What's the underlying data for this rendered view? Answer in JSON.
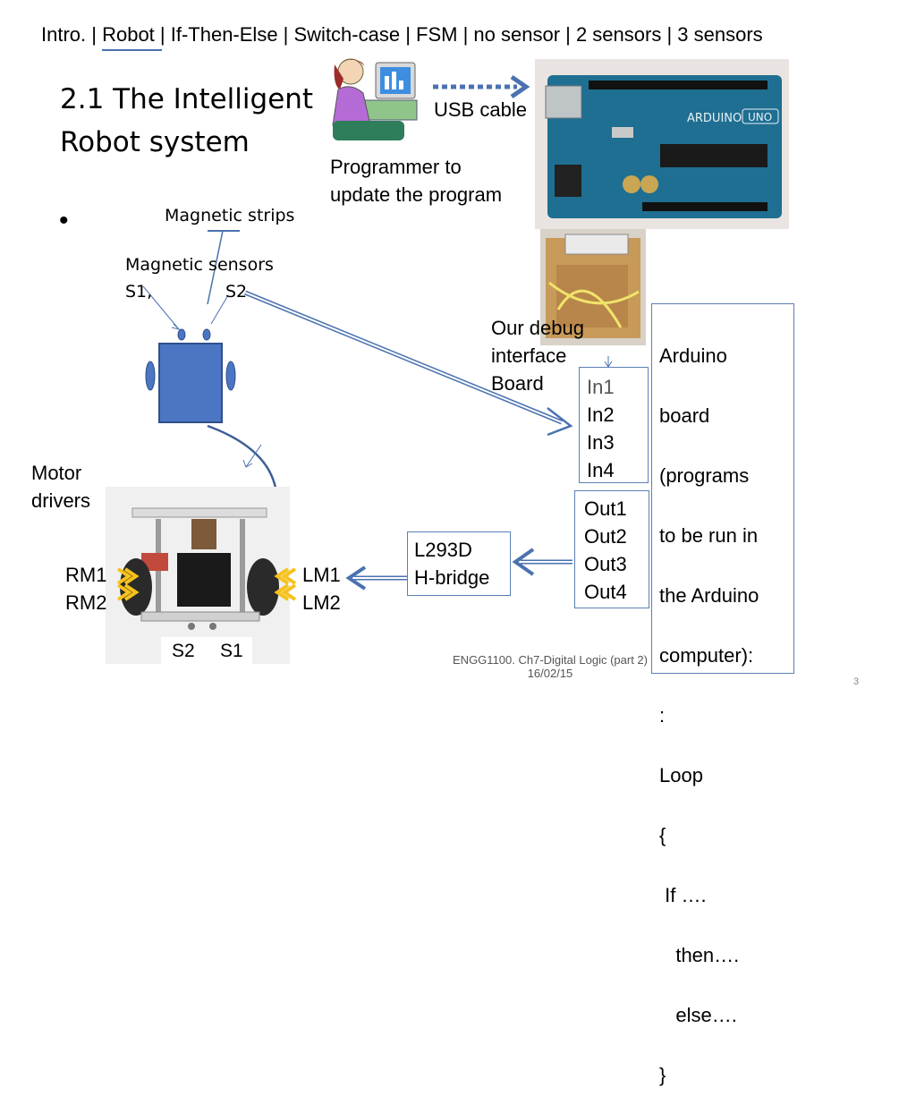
{
  "nav": {
    "items": [
      {
        "label": "Intro. |"
      },
      {
        "label": " Robot "
      },
      {
        "label": "| If-Then-Else | Switch-case | FSM | no sensor | 2 sensors | 3 sensors"
      }
    ]
  },
  "slide": {
    "title_line1": "2.1 The Intelligent",
    "title_line2": "Robot system",
    "bullet": "•"
  },
  "labels": {
    "usb_cable": "USB cable",
    "programmer_line1": "Programmer to",
    "programmer_line2": "update the program",
    "magnetic_strips": "Magnetic strips",
    "magnetic_sensors": "Magnetic sensors",
    "s1_top": "S1,",
    "s2_top": "S2",
    "debug_line1": "Our debug",
    "debug_line2": "interface",
    "debug_line3": "Board",
    "motor_line1": "Motor",
    "motor_line2": "drivers",
    "rm1": "RM1",
    "rm2": "RM2",
    "lm1": "LM1",
    "lm2": "LM2",
    "s2_bottom": "S2",
    "s1_bottom": "S1"
  },
  "inputs": [
    "In1",
    "In2",
    "In3",
    "In4"
  ],
  "outputs": [
    "Out1",
    "Out2",
    "Out3",
    "Out4"
  ],
  "hbridge": {
    "line1": "L293D",
    "line2": "H-bridge"
  },
  "arduino_box": {
    "lines": [
      "Arduino",
      "board",
      "(programs",
      "to be run in",
      "the Arduino",
      "computer):",
      ":",
      "Loop",
      "{",
      " If ….",
      "   then….",
      "   else….",
      "}"
    ]
  },
  "board_silkscreen": {
    "brand": "ARDUINO",
    "model": "UNO"
  },
  "footer": {
    "course": "ENGG1100. Ch7-Digital Logic (part 2)",
    "date": "16/02/15",
    "page": "3"
  },
  "colors": {
    "accent": "#4a72b0",
    "robot_body": "#4a76c4",
    "arrow_yellow": "#f6c21c"
  }
}
